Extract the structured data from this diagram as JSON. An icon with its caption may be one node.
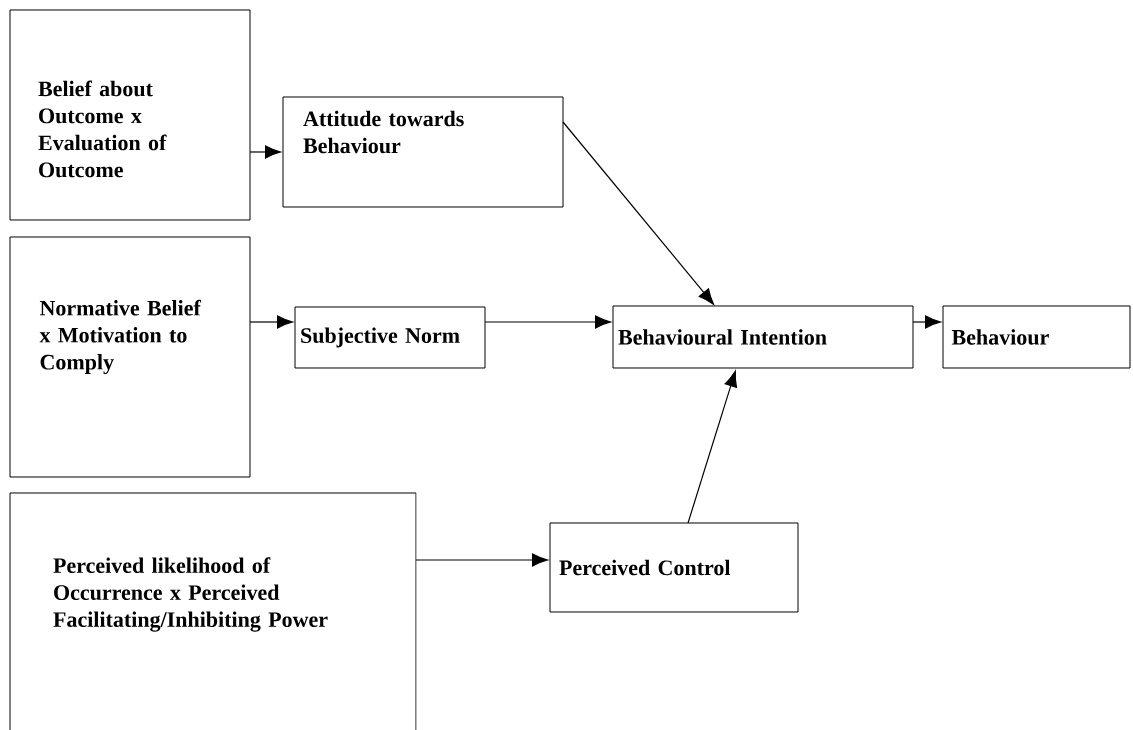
{
  "diagram": {
    "nodes": [
      {
        "text": [
          "Belief about Outcome x Evaluation of Outcome"
        ]
      },
      {
        "text": [
          "Attitude towards Behaviour"
        ]
      },
      {
        "text": [
          "Normative Belief x Motivation to Comply"
        ]
      },
      {
        "text": [
          "Subjective Norm"
        ]
      },
      {
        "text": [
          "Behavioural Intention"
        ]
      },
      {
        "text": [
          "Behaviour"
        ]
      },
      {
        "text": [
          "Perceived likelihood of Occurrence x Perceived Facilitating/Inhibiting Power"
        ]
      },
      {
        "text": [
          "Perceived Control"
        ]
      }
    ],
    "edges": [
      {
        "from": 0,
        "to": 1,
        "arrow": "to"
      },
      {
        "from": 1,
        "to": 4,
        "arrow": "to"
      },
      {
        "from": 2,
        "to": 3,
        "arrow": "to"
      },
      {
        "from": 3,
        "to": 4,
        "arrow": "to"
      },
      {
        "from": 4,
        "to": 5,
        "arrow": "to"
      },
      {
        "from": 6,
        "to": 7,
        "arrow": "to"
      },
      {
        "from": 7,
        "to": 4,
        "arrow": "to"
      }
    ]
  }
}
